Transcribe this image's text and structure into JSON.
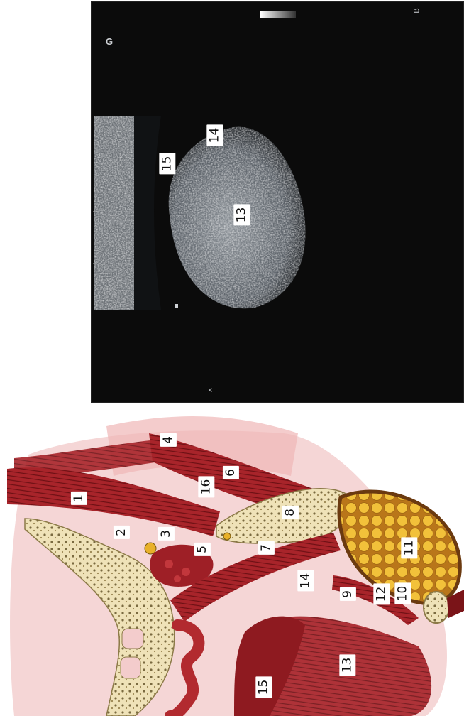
{
  "ultrasound": {
    "corner_mark": "G",
    "probe_mark": "B",
    "depth_mark": "^",
    "labels": {
      "l14": "14",
      "l15": "15",
      "l13": "13"
    }
  },
  "illustration": {
    "labels": {
      "l1": "1",
      "l2": "2",
      "l3": "3",
      "l4": "4",
      "l5": "5",
      "l6": "6",
      "l7": "7",
      "l8": "8",
      "l9": "9",
      "l10": "10",
      "l11": "11",
      "l12": "12",
      "l13": "13",
      "l14": "14",
      "l15": "15",
      "l16": "16"
    }
  },
  "colors": {
    "ultrasound_bg": "#0b0b0b",
    "muscle": "#a8242a",
    "muscle_dark": "#7a1418",
    "bone": "#efe2b8",
    "fat": "#e8b12a",
    "tissue": "#f2c7c7"
  }
}
